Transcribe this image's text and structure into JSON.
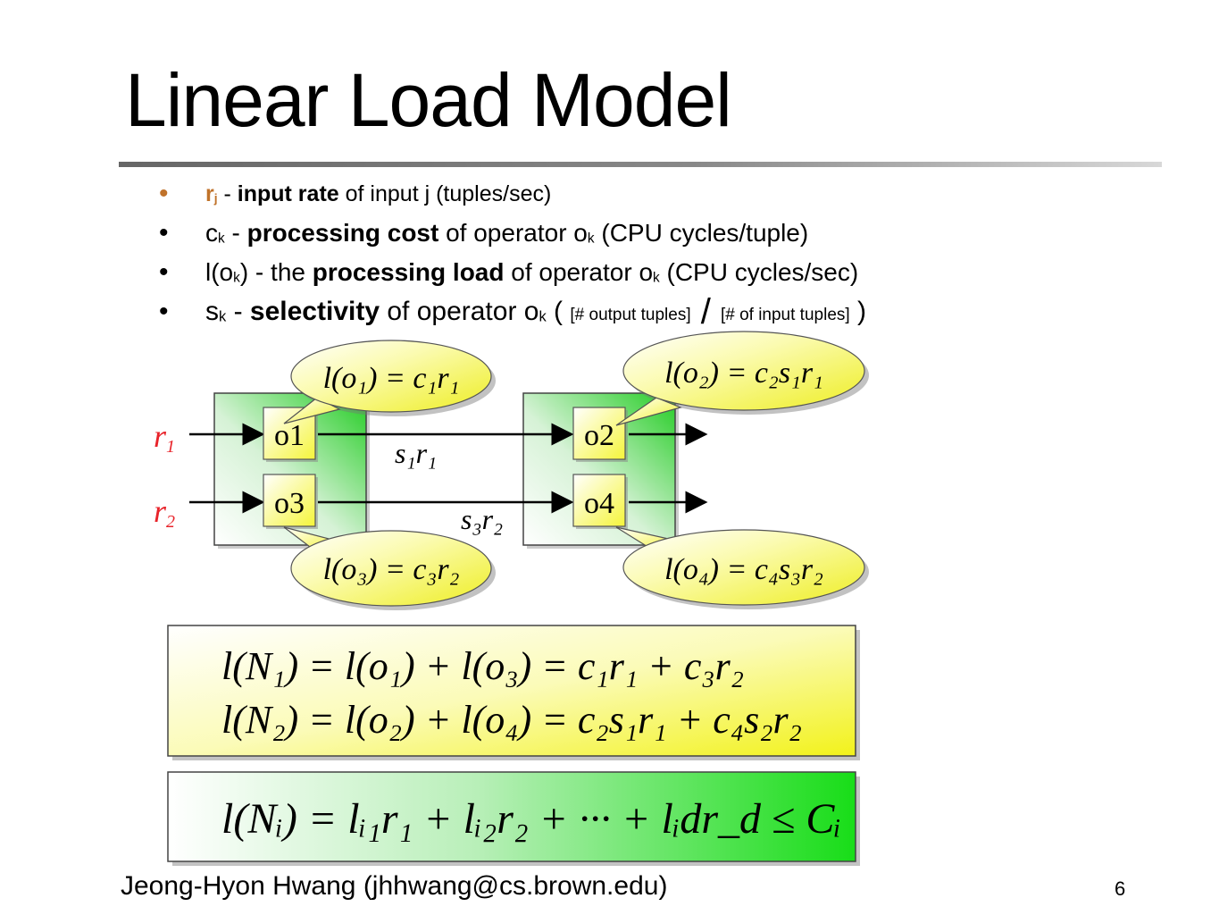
{
  "title": "Linear Load Model",
  "bullets": [
    {
      "symbol_main": "r",
      "symbol_sub": "j",
      "dash": " - ",
      "bold": "input rate",
      "rest": " of input j (tuples/sec)"
    },
    {
      "symbol_main": "c",
      "symbol_sub": "k",
      "dash": " - ",
      "bold": "processing cost",
      "rest_pre": " of operator o",
      "rest_sub": "k",
      "rest_post": " (CPU cycles/tuple)"
    },
    {
      "symbol_main": "l(o",
      "symbol_sub": "k",
      "symbol_post": ")",
      "dash": " - the ",
      "bold": "processing load",
      "rest_pre": " of operator o",
      "rest_sub": "k",
      "rest_post": " (CPU cycles/sec)"
    },
    {
      "symbol_main": "s",
      "symbol_sub": "k",
      "dash": " - ",
      "bold": "selectivity",
      "rest_pre": " of operator o",
      "rest_sub": "k",
      "rest_post": " ( ",
      "small1": "[# output tuples]",
      "slash": " / ",
      "small2": "[# of input tuples]",
      "end": " )"
    }
  ],
  "diagram": {
    "inputs": {
      "r1": "r",
      "r1_sub": "1",
      "r2": "r",
      "r2_sub": "2"
    },
    "operators": {
      "o1": "o1",
      "o2": "o2",
      "o3": "o3",
      "o4": "o4"
    },
    "edge_labels": {
      "s1r1": "s₁r₁",
      "s3r2": "s₃r₂"
    },
    "callouts": {
      "o1": "l(o₁) = c₁r₁",
      "o2": "l(o₂) = c₂s₁r₁",
      "o3": "l(o₃) = c₃r₂",
      "o4": "l(o₄) = c₄s₃r₂"
    }
  },
  "equations": {
    "n1": "l(N₁) = l(o₁) + l(o₃) = c₁r₁ + c₃r₂",
    "n2": "l(N₂) = l(o₂) + l(o₄) = c₂s₁r₁ + c₄s₂r₂",
    "ni": "l(Nᵢ) = lᵢ₁r₁ + lᵢ₂r₂ + ··· + lᵢdr_d ≤ Cᵢ"
  },
  "footer": "Jeong-Hyon Hwang (jhhwang@cs.brown.edu)",
  "page_number": "6",
  "colors": {
    "red": "#e8232a",
    "bullet_brown": "#c0722a",
    "node_green": "#33cc33",
    "callout_yellow": "#f6f63a",
    "eq_green": "#22dd22"
  }
}
